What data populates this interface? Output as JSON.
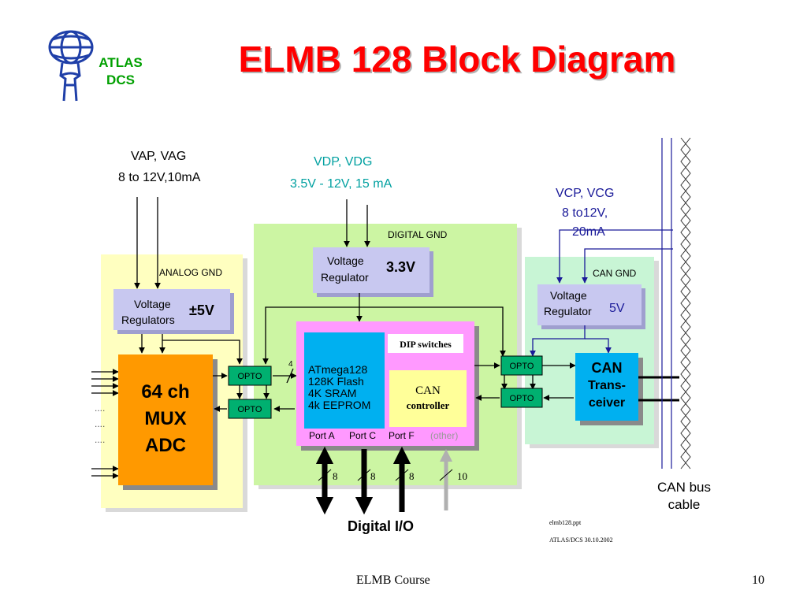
{
  "slide": {
    "title": "ELMB 128 Block Diagram",
    "logo": {
      "line1": "ATLAS",
      "line2": "DCS",
      "icon": "atlas-globe-figure-icon"
    },
    "footer": {
      "center": "ELMB Course",
      "page": "10"
    }
  },
  "diagram": {
    "supplies": {
      "analog": {
        "name": "VAP, VAG",
        "spec": "8 to 12V,10mA"
      },
      "digital": {
        "name": "VDP, VDG",
        "spec": "3.5V - 12V, 15 mA"
      },
      "can": {
        "name": "VCP, VCG",
        "spec1": "8 to12V,",
        "spec2": "20mA"
      }
    },
    "zones": {
      "analog_gnd": "ANALOG GND",
      "digital_gnd": "DIGITAL GND",
      "can_gnd": "CAN GND"
    },
    "regulators": {
      "analog": {
        "line1": "Voltage",
        "line2": "Regulators",
        "value": "±5V"
      },
      "digital": {
        "line1": "Voltage",
        "line2": "Regulator",
        "value": "3.3V"
      },
      "can": {
        "line1": "Voltage",
        "line2": "Regulator",
        "value": "5V"
      }
    },
    "adc": {
      "line1": "64 ch",
      "line2": "MUX",
      "line3": "ADC"
    },
    "opto_label": "OPTO",
    "bus_width_4": "4",
    "mcu": {
      "lines": [
        "ATmega128",
        "128K Flash",
        "4K SRAM",
        "4k EEPROM"
      ],
      "dip": "DIP switches",
      "can_ctrl": {
        "line1": "CAN",
        "line2": "controller"
      },
      "ports": [
        "Port A",
        "Port C",
        "Port F"
      ],
      "other": "(other)"
    },
    "transceiver": {
      "line1": "CAN",
      "line2": "Trans-",
      "line3": "ceiver"
    },
    "bus_widths": [
      "8",
      "8",
      "8",
      "10"
    ],
    "digital_io": "Digital I/O",
    "can_bus": {
      "line1": "CAN bus",
      "line2": "cable"
    },
    "file_note": {
      "line1": "elmb128.ppt",
      "line2": "ATLAS/DCS 30.10.2002"
    },
    "input_dots": [
      "....",
      "....",
      "...."
    ]
  },
  "colors": {
    "title": "#ff0000",
    "logo": "#00a000",
    "analog_zone": "#ffffc0",
    "digital_zone": "#ccf5a3",
    "can_zone": "#c8f5d5",
    "regulator": "#c8c8f0",
    "adc": "#ff9900",
    "mcu_border": "#ff99ff",
    "mcu_core": "#00b0f0",
    "can_ctrl": "#ffff99",
    "opto": "#00b070",
    "transceiver": "#00b0f0",
    "digital_supply": "#00a0a0",
    "can_supply": "#1a1a99"
  }
}
